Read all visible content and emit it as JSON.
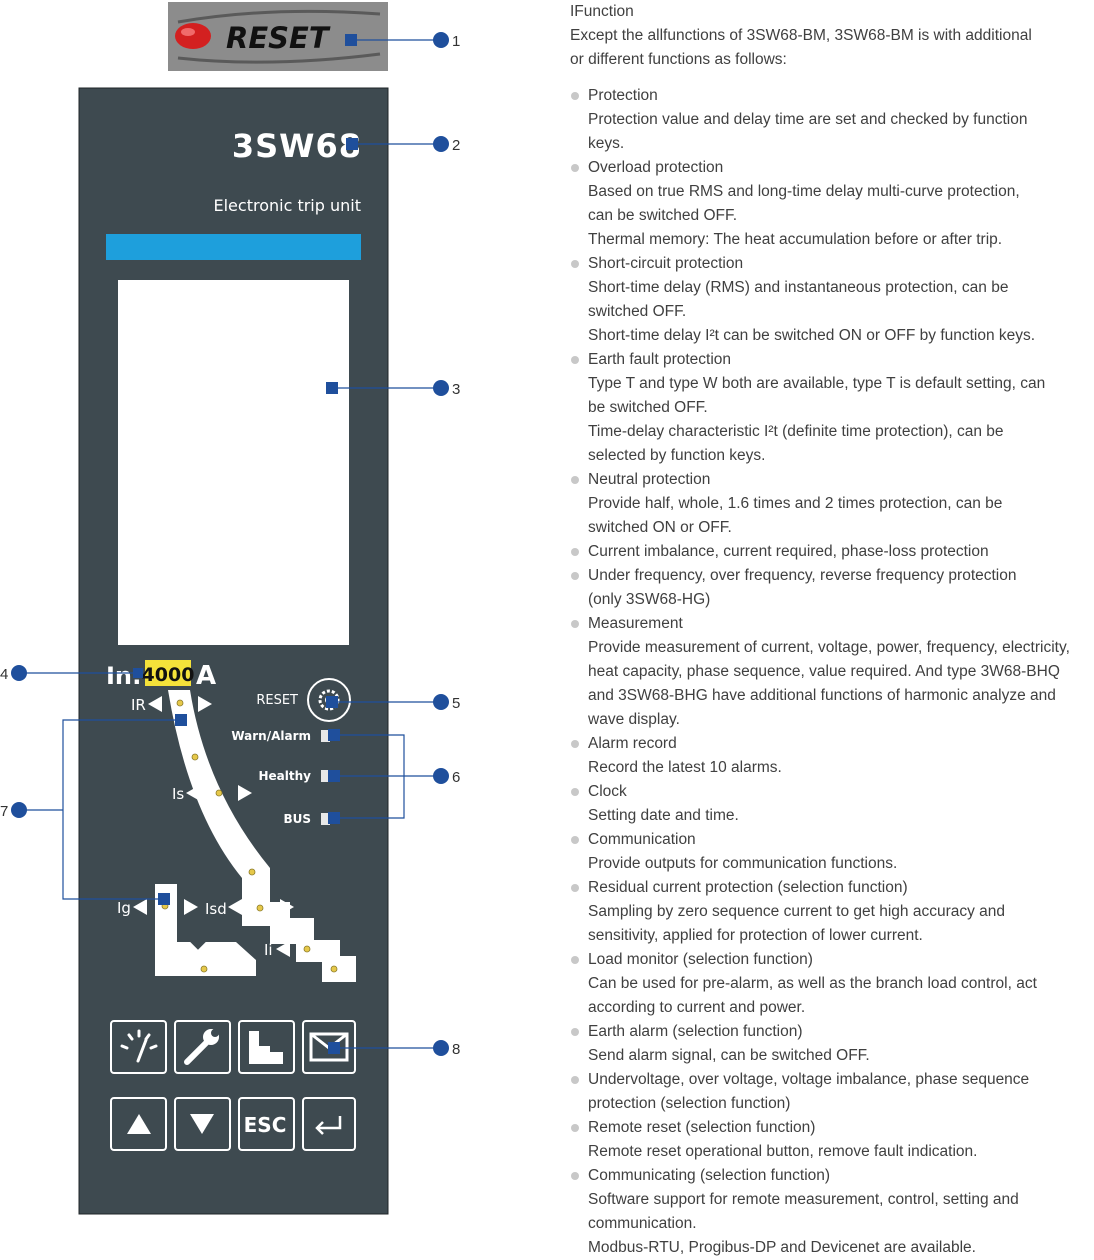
{
  "reset_label": "RESET",
  "panel": {
    "model": "3SW68",
    "subtitle": "Electronic trip unit",
    "in_label": "In:",
    "in_value": "4000",
    "in_unit": "A",
    "reset_text": "RESET",
    "indicators": [
      "Warn/Alarm",
      "Healthy",
      "BUS"
    ],
    "curve_labels": [
      "IR",
      "Is",
      "Ig",
      "Isd",
      "Ii"
    ],
    "esc_label": "ESC"
  },
  "callouts": [
    "1",
    "2",
    "3",
    "4",
    "5",
    "6",
    "7",
    "8"
  ],
  "icons": [
    "meter-icon",
    "wrench-icon",
    "curve-icon",
    "message-icon",
    "up-arrow-icon",
    "down-arrow-icon",
    "enter-icon",
    "gear-icon"
  ],
  "colors": {
    "panel": "#3e4a50",
    "accent_blue": "#1e9fdc",
    "callout": "#1f4f9c",
    "in_value_bg": "#f5e23a"
  },
  "functions": {
    "heading": "IFunction",
    "intro": [
      "Except the allfunctions of 3SW68-BM, 3SW68-BM is with additional",
      "or different functions as follows:"
    ],
    "items": [
      {
        "lines": [
          "Protection",
          "Protection value and delay time are set and checked by function",
          "keys."
        ]
      },
      {
        "lines": [
          "Overload protection",
          "Based on true RMS and long-time delay multi-curve protection,",
          "can be switched OFF.",
          "Thermal memory: The heat accumulation before or after trip."
        ]
      },
      {
        "lines": [
          "Short-circuit protection",
          "Short-time delay (RMS) and instantaneous protection, can be",
          "switched OFF.",
          "Short-time delay I²t can be switched ON or OFF by function keys."
        ]
      },
      {
        "lines": [
          "Earth fault protection",
          "Type T and type W both are available, type T is default setting, can",
          "be switched OFF.",
          "Time-delay characteristic I²t (definite time protection), can be",
          "selected by function keys."
        ]
      },
      {
        "lines": [
          "Neutral protection",
          "Provide half, whole, 1.6 times and 2 times protection, can be",
          "switched ON or OFF."
        ]
      },
      {
        "lines": [
          "Current imbalance, current required, phase-loss protection"
        ]
      },
      {
        "lines": [
          "Under frequency, over frequency, reverse frequency protection",
          "(only 3SW68-HG)"
        ]
      },
      {
        "lines": [
          "Measurement",
          "Provide measurement of current, voltage, power, frequency, electricity,",
          "heat capacity, phase sequence, value required. And type 3W68-BHQ",
          "and 3SW68-BHG have additional functions of harmonic analyze and",
          "wave display."
        ]
      },
      {
        "lines": [
          "Alarm record",
          "Record the latest 10 alarms."
        ]
      },
      {
        "lines": [
          "Clock",
          "Setting date and time."
        ]
      },
      {
        "lines": [
          "Communication",
          "Provide outputs for communication functions."
        ]
      },
      {
        "lines": [
          "Residual current protection (selection function)",
          "Sampling by zero sequence current to get high accuracy and",
          "sensitivity, applied for protection of lower current."
        ]
      },
      {
        "lines": [
          "Load monitor (selection function)",
          "Can be used for pre-alarm, as well as the branch load control, act",
          "according to current and power."
        ]
      },
      {
        "lines": [
          "Earth alarm (selection function)",
          "Send alarm signal, can be switched OFF."
        ]
      },
      {
        "lines": [
          "Undervoltage, over voltage, voltage imbalance, phase sequence",
          "protection (selection function)"
        ]
      },
      {
        "lines": [
          "Remote reset (selection function)",
          "Remote reset operational button, remove fault indication."
        ]
      },
      {
        "lines": [
          "Communicating (selection function)",
          "Software support for remote measurement, control, setting and",
          "communication.",
          "Modbus-RTU, Progibus-DP and Devicenet are available."
        ]
      }
    ]
  }
}
